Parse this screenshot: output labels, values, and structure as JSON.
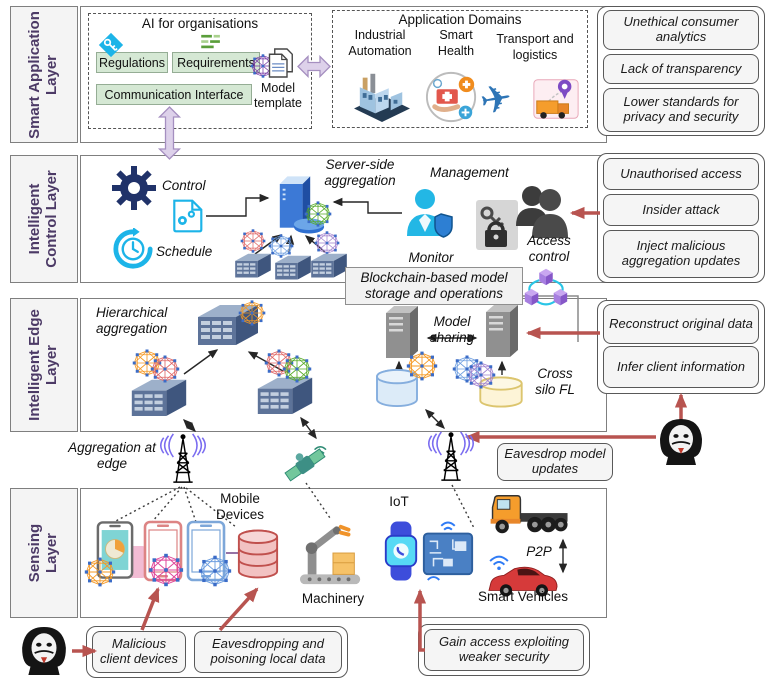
{
  "layers": {
    "application": {
      "label": "Smart Application Layer",
      "ai_box": {
        "title": "AI for organisations",
        "regulations": "Regulations",
        "requirements": "Requirements",
        "communication_interface": "Communication Interface",
        "model_template": "Model template"
      },
      "domains": {
        "title": "Application Domains",
        "items": [
          "Industrial Automation",
          "Smart Health",
          "Transport and logistics"
        ]
      }
    },
    "control": {
      "label": "Intelligent Control Layer",
      "control": "Control",
      "schedule": "Schedule",
      "server_side_aggregation": "Server-side aggregation",
      "management": "Management",
      "monitor": "Monitor",
      "access_control": "Access control"
    },
    "edge": {
      "label": "Intelligent Edge Layer",
      "hierarchical_aggregation": "Hierarchical aggregation",
      "model_sharing": "Model sharing",
      "cross_silo_fl": "Cross silo FL"
    },
    "sensing": {
      "label": "Sensing Layer",
      "mobile_devices": "Mobile Devices",
      "machinery": "Machinery",
      "iot": "IoT",
      "p2p": "P2P",
      "smart_vehicles": "Smart Vehicles"
    }
  },
  "middleware": {
    "blockchain": "Blockchain-based model storage and operations",
    "aggregation_at_edge": "Aggregation at edge",
    "eavesdrop_model_updates": "Eavesdrop model updates"
  },
  "threats": {
    "application": [
      "Unethical consumer analytics",
      "Lack of transparency",
      "Lower standards for privacy and security"
    ],
    "control": [
      "Unauthorised access",
      "Insider attack",
      "Inject malicious aggregation updates"
    ],
    "edge": [
      "Reconstruct original data",
      "Infer client information"
    ],
    "sensing": [
      "Malicious client devices",
      "Eavesdropping and poisoning local data",
      "Gain access exploiting weaker security"
    ]
  },
  "icons": {
    "plane": "✈"
  },
  "colors": {
    "threat_arrow": "#b85450",
    "layer_label_text": "#4c3a66",
    "green_module_fill": "#d5e8d4",
    "purple_flow_arrow": "#ddd1ea",
    "threat_box_fill": "#f5f5f5",
    "blockchain_purple": "#9a6fd4"
  }
}
